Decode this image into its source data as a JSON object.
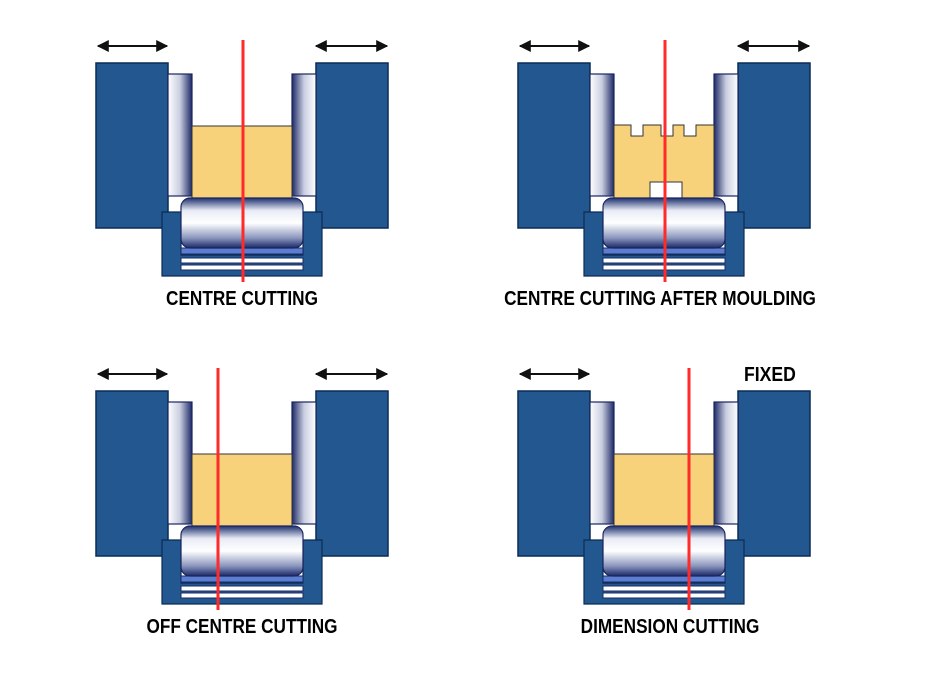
{
  "colors": {
    "jaw_blue": "#22578f",
    "jaw_outline": "#0b2b55",
    "block_yellow": "#f7d27a",
    "block_outline": "#333333",
    "cut_line_red": "#ff2a2a",
    "arrow_black": "#111111"
  },
  "panels": [
    {
      "id": "top-left",
      "caption": "CENTRE CUTTING",
      "left_movable": true,
      "right_movable": true,
      "block_shape": "rectangle",
      "cut_position": "centre"
    },
    {
      "id": "top-right",
      "caption": "CENTRE CUTTING AFTER MOULDING",
      "left_movable": true,
      "right_movable": true,
      "block_shape": "moulded",
      "cut_position": "centre"
    },
    {
      "id": "bottom-left",
      "caption": "OFF CENTRE CUTTING",
      "left_movable": true,
      "right_movable": true,
      "block_shape": "rectangle",
      "cut_position": "off-centre"
    },
    {
      "id": "bottom-right",
      "caption": "DIMENSION CUTTING",
      "left_movable": true,
      "right_movable": false,
      "right_label": "FIXED",
      "block_shape": "rectangle",
      "cut_position": "dimension"
    }
  ],
  "icons": [
    "double-arrow-icon"
  ]
}
